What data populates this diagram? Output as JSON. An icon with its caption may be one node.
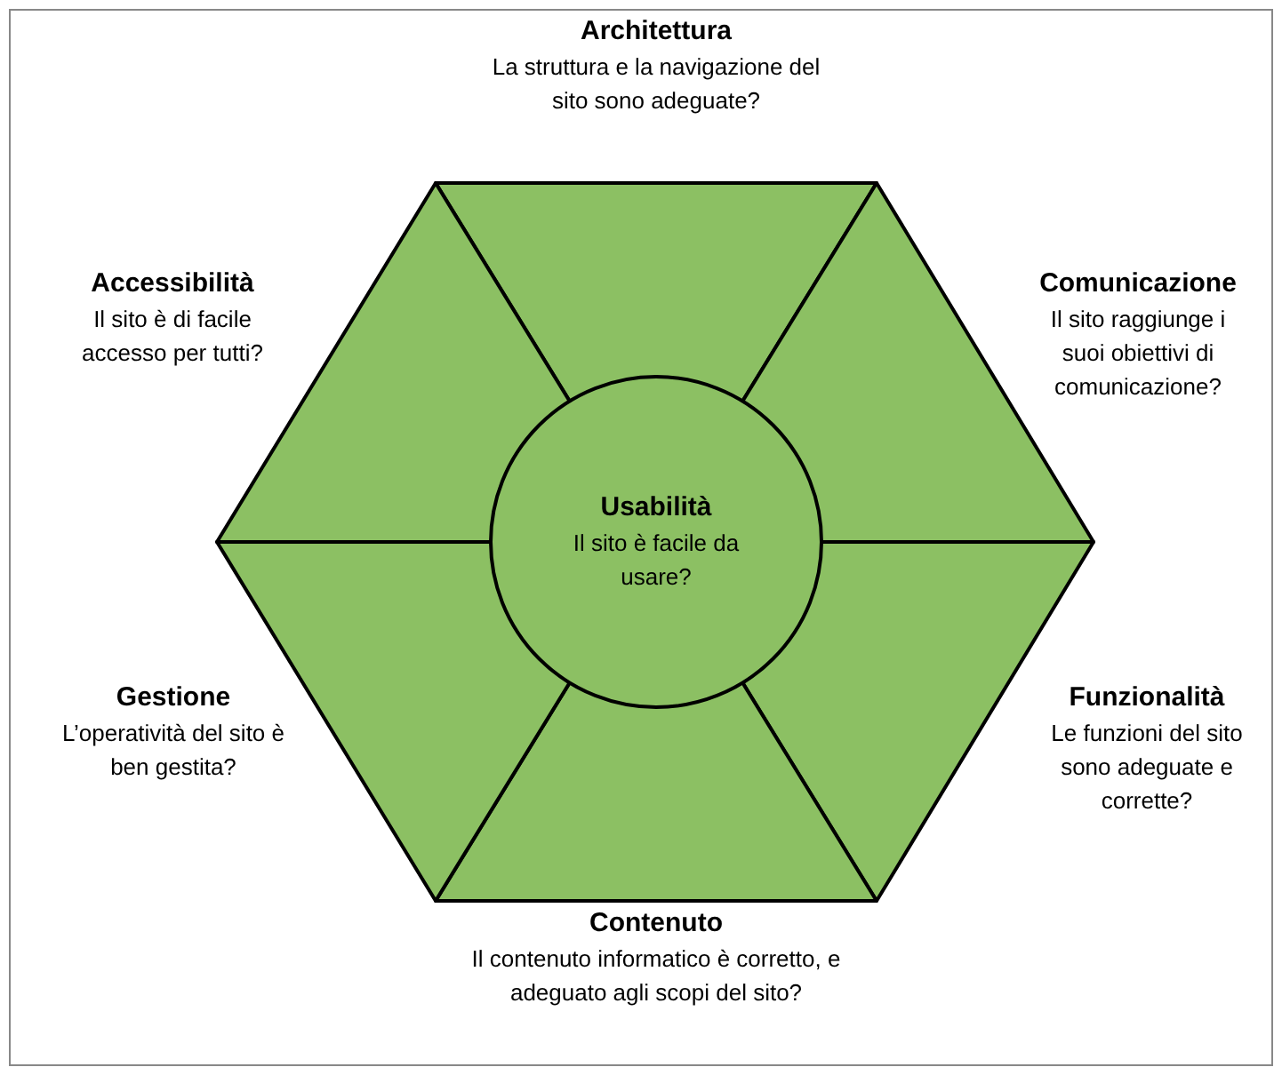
{
  "diagram": {
    "nodes": [
      {
        "text": [
          "Architettura",
          "La struttura e la navigazione del sito sono adeguate?"
        ]
      },
      {
        "text": [
          "Accessibilità",
          "Il sito è di facile accesso per tutti?"
        ]
      },
      {
        "text": [
          "Comunicazione",
          "Il sito raggiunge i suoi obiettivi di comunicazione?"
        ]
      },
      {
        "text": [
          "Usabilità",
          "Il sito è facile da usare?"
        ]
      },
      {
        "text": [
          "Gestione",
          "L’operatività del sito è ben gestita?"
        ]
      },
      {
        "text": [
          "Funzionalità",
          "Le funzioni del sito sono adeguate e corrette?"
        ]
      },
      {
        "text": [
          "Contenuto",
          "Il contenuto informatico è corretto, e adeguato agli scopi del sito?"
        ]
      }
    ]
  }
}
